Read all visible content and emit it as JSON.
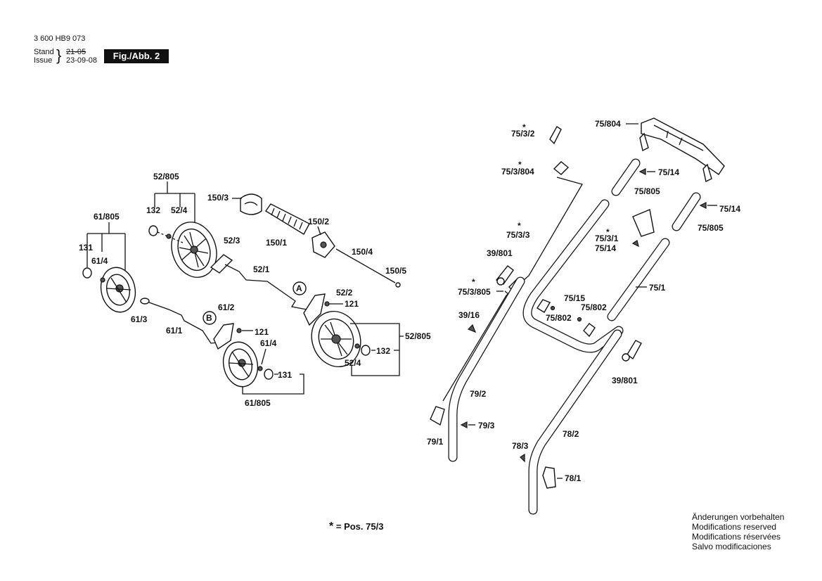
{
  "header": {
    "doc_number": "3 600 HB9 073",
    "stand_label": "Stand",
    "stand_value": "21-05",
    "issue_label": "Issue",
    "issue_value": "23-09-08",
    "figure": "Fig./Abb. 2"
  },
  "callouts": {
    "c52_805a": "52/805",
    "c132a": "132",
    "c52_4a": "52/4",
    "c61_805a": "61/805",
    "c131a": "131",
    "c61_4a": "61/4",
    "c150_3": "150/3",
    "c150_2": "150/2",
    "c150_1": "150/1",
    "c150_4": "150/4",
    "c150_5": "150/5",
    "c52_3": "52/3",
    "c52_1": "52/1",
    "cA": "A",
    "c52_2": "52/2",
    "c121a": "121",
    "c61_3": "61/3",
    "c61_1": "61/1",
    "cB": "B",
    "c61_2": "61/2",
    "c121b": "121",
    "c61_4b": "61/4",
    "c131b": "131",
    "c61_805b": "61/805",
    "c52_805b": "52/805",
    "c132b": "132",
    "c52_4b": "52/4",
    "c75_3_2": "75/3/2",
    "c75_3_804": "75/3/804",
    "c75_3_3": "75/3/3",
    "c39_801a": "39/801",
    "c75_3_805": "75/3/805",
    "c39_16": "39/16",
    "c79_2": "79/2",
    "c79_3": "79/3",
    "c79_1": "79/1",
    "c75_804": "75/804",
    "c75_14a": "75/14",
    "c75_805a": "75/805",
    "c75_14b": "75/14",
    "c75_805b": "75/805",
    "c75_3_1": "75/3/1",
    "c75_14c": "75/14",
    "c75_1": "75/1",
    "c75_15": "75/15",
    "c75_802a": "75/802",
    "c75_802b": "75/802",
    "c39_801b": "39/801",
    "c78_3": "78/3",
    "c78_2": "78/2",
    "c78_1": "78/1",
    "star": "*"
  },
  "legend": {
    "star_symbol": "*",
    "star_text": "= Pos.  75/3"
  },
  "notes": [
    "Änderungen vorbehalten",
    "Modifications reserved",
    "Modifications réservées",
    "Salvo modificaciones"
  ]
}
